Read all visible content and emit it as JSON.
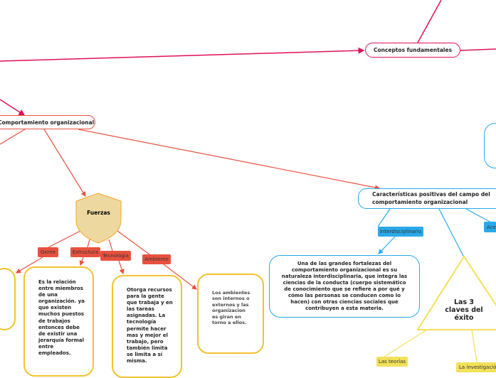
{
  "nodes": {
    "conceptos": "Conceptos fundamentales",
    "comportamiento": "Comportamiento organizacional",
    "fuerzas": "Fuerzas",
    "caracteristicas": "Características positivas del campo del comportamiento organizacional",
    "claves": "Las 3 claves del éxito"
  },
  "labels": {
    "gente": "Gente",
    "estructura": "Estructura",
    "tecnologia": "Tecnologia",
    "ambiente": "Ambiente",
    "interdisciplinario": "Interdisciplinario",
    "ace": "Ace",
    "teorias": "Las teorías",
    "investigacion": "La investigación"
  },
  "boxes": {
    "estructura": "Es la relación entre miembros de una organización. ya que existen muchos puestos de trabajos entonces debe de existir una jerarquía formal entre empleados.",
    "tecnologia": "Otorga recursos para la gente que trabaja y en las tareas asignadas. La tecnología permite hacer mas y mejor el trabajo, pero también limita se limita a sí misma.",
    "ambiente": "Los ambientes son internos o externos y las organizacion es giran en torno a ellos.",
    "interdisciplinario": "Una de las grandes fortalezas del comportamiento organizacional es su naturaleza interdisciplinaria, que integra las ciencias de la conducta (cuerpo sistemático de conocimiento que se refiere a por qué y cómo las personas se conducen como lo hacen) con otras ciencias sociales que contribuyen a esta materia."
  },
  "colors": {
    "pink": "#e0105a",
    "red": "#e8513f",
    "blue": "#29a9e9",
    "yellow": "#f2c230",
    "shield": "#edd9a0"
  }
}
